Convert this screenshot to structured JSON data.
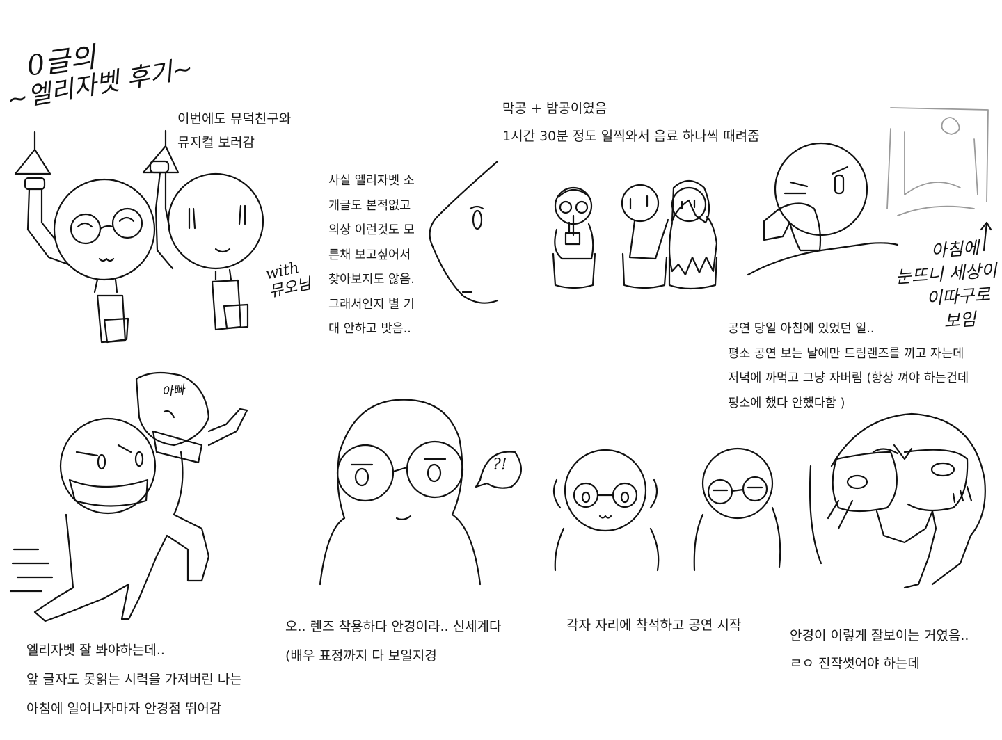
{
  "title": {
    "line1": "0글의",
    "line2": "~엘리자벳 후기~"
  },
  "panels": {
    "subway": {
      "caption": [
        "이번에도 뮤덕친구와",
        "뮤지컬 보러감"
      ],
      "with_note": [
        "with",
        "뮤오님"
      ]
    },
    "profile": {
      "caption": [
        "사실 엘리자벳 소",
        "개글도 본적없고",
        "의상 이런것도 모",
        "른채 보고싶어서",
        "찾아보지도 않음.",
        "그래서인지 별 기",
        "대 안하고 밧음.."
      ]
    },
    "cafe": {
      "caption": [
        "막공 + 밤공이였음",
        "1시간 30분 정도 일찍와서 음료 하나씩 때려줌"
      ]
    },
    "morning": {
      "caption": [
        "공연 당일 아침에 있었던 일..",
        "평소 공연 보는 날에만 드림랜즈를 끼고 자는데",
        "저녁에 까먹고 그냥 자버림 (항상 껴야 하는건데",
        "평소에 했다 안했다함 )"
      ],
      "hand_note": [
        "아침에",
        "눈뜨니 세상이",
        "이따구로",
        "보임"
      ]
    },
    "running": {
      "dad_label": "아빠",
      "caption": [
        "엘리자벳 잘 봐야하는데..",
        "앞 글자도 못읽는 시력을 가져버린 나는",
        "아침에 일어나자마자 안경점 뛰어감"
      ]
    },
    "glasses": {
      "bubble": "?!",
      "caption": [
        "오.. 렌즈 착용하다 안경이라.. 신세계다",
        "(배우 표정까지 다 보일지경"
      ]
    },
    "seated": {
      "caption": [
        "각자 자리에 착석하고 공연 시작"
      ]
    },
    "ending": {
      "caption": [
        "안경이 이렇게 잘보이는 거였음..",
        "ㄹㅇ 진작썻어야 하는데"
      ]
    }
  }
}
